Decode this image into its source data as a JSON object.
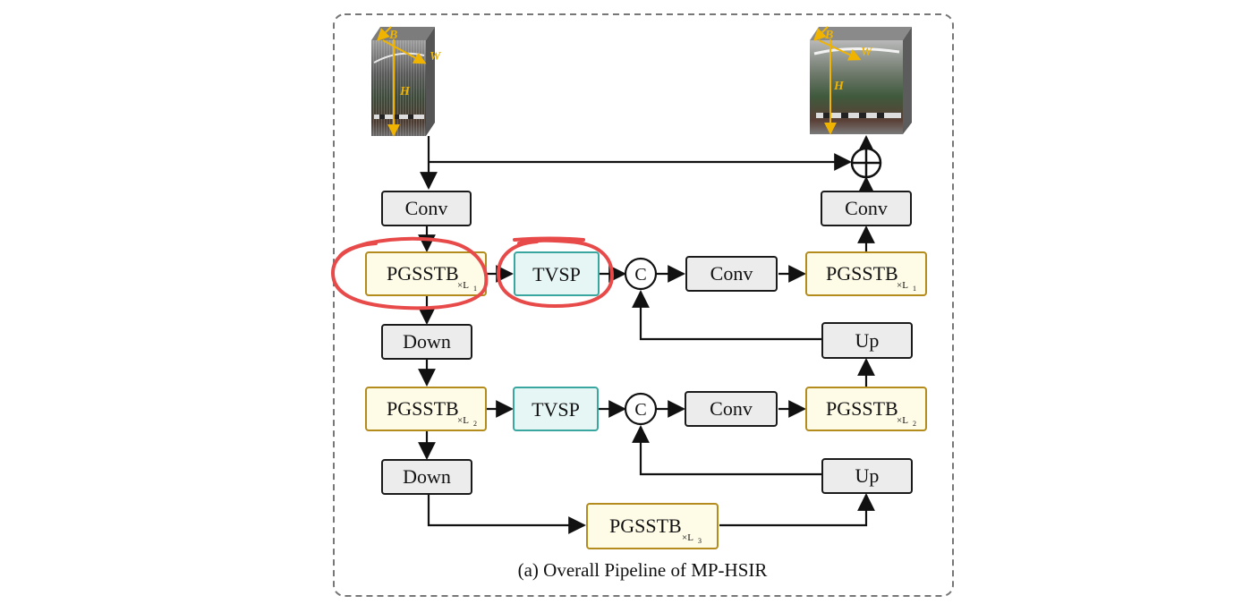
{
  "caption": "(a) Overall Pipeline of MP-HSIR",
  "cube_axes": {
    "band": "B",
    "width": "W",
    "height": "H"
  },
  "blocks": {
    "conv_in": "Conv",
    "conv_out": "Conv",
    "pgsstb_main": "PGSSTB",
    "tvsp": "TVSP",
    "concat": "C",
    "conv_mid": "Conv",
    "up": "Up",
    "down": "Down"
  },
  "subscripts": {
    "level1": "×L",
    "level1_idx": "1",
    "level2": "×L",
    "level2_idx": "2",
    "level3": "×L",
    "level3_idx": "3"
  },
  "colors": {
    "gray_fill": "#ececec",
    "gray_stroke": "#1a1a1a",
    "yellow_fill": "#fefbe6",
    "yellow_stroke": "#b38c1d",
    "teal_fill": "#e6f6f5",
    "teal_stroke": "#3aa6a0",
    "highlight": "#e84a4a",
    "axis": "#f0b400",
    "dashed_frame": "#777777"
  }
}
